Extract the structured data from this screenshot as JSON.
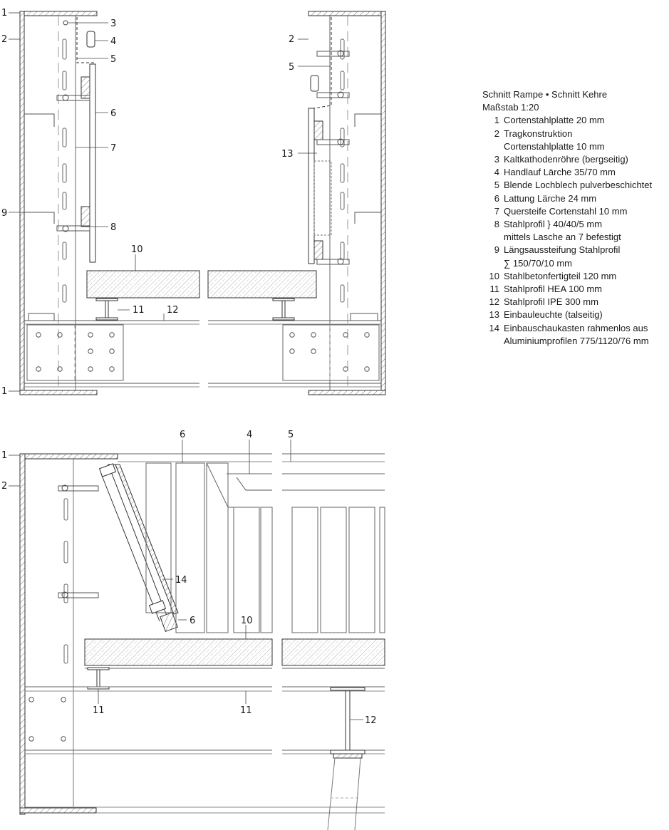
{
  "legend": {
    "title_line1": "Schnitt Rampe • Schnitt Kehre",
    "title_line2": "Maßstab   1:20",
    "items": [
      {
        "num": "1",
        "lines": [
          "Cortenstahlplatte 20 mm"
        ]
      },
      {
        "num": "2",
        "lines": [
          "Tragkonstruktion",
          "Cortenstahlplatte 10 mm"
        ]
      },
      {
        "num": "3",
        "lines": [
          "Kaltkathodenröhre (bergseitig)"
        ]
      },
      {
        "num": "4",
        "lines": [
          "Handlauf Lärche 35/70 mm"
        ]
      },
      {
        "num": "5",
        "lines": [
          "Blende Lochblech pulverbeschichtet"
        ]
      },
      {
        "num": "6",
        "lines": [
          "Lattung Lärche 24 mm"
        ]
      },
      {
        "num": "7",
        "lines": [
          "Quersteife Cortenstahl 10 mm"
        ]
      },
      {
        "num": "8",
        "lines": [
          "Stahlprofil  } 40/40/5 mm",
          "mittels Lasche an 7 befestigt"
        ]
      },
      {
        "num": "9",
        "lines": [
          "Längsaussteifung Stahlprofil",
          "∑ 150/70/10 mm"
        ]
      },
      {
        "num": "10",
        "lines": [
          "Stahlbetonfertigteil 120 mm"
        ]
      },
      {
        "num": "11",
        "lines": [
          "Stahlprofil HEA 100 mm"
        ]
      },
      {
        "num": "12",
        "lines": [
          "Stahlprofil IPE 300 mm"
        ]
      },
      {
        "num": "13",
        "lines": [
          "Einbauleuchte (talseitig)"
        ]
      },
      {
        "num": "14",
        "lines": [
          "Einbauschaukasten rahmenlos aus",
          "Aluminiumprofilen 775/1120/76 mm"
        ]
      }
    ]
  },
  "callouts": {
    "top_left": {
      "n1a": "1",
      "n2": "2",
      "n3": "3",
      "n4": "4",
      "n5": "5",
      "n6": "6",
      "n7": "7",
      "n9": "9",
      "n8": "8",
      "n10": "10",
      "n11": "11",
      "n12": "12",
      "n1b": "1"
    },
    "top_right": {
      "n2": "2",
      "n5": "5",
      "n13": "13"
    },
    "bottom": {
      "n6a": "6",
      "n4": "4",
      "n5": "5",
      "n1": "1",
      "n2": "2",
      "n14": "14",
      "n6b": "6",
      "n10": "10",
      "n11a": "11",
      "n11b": "11",
      "n12": "12"
    }
  }
}
